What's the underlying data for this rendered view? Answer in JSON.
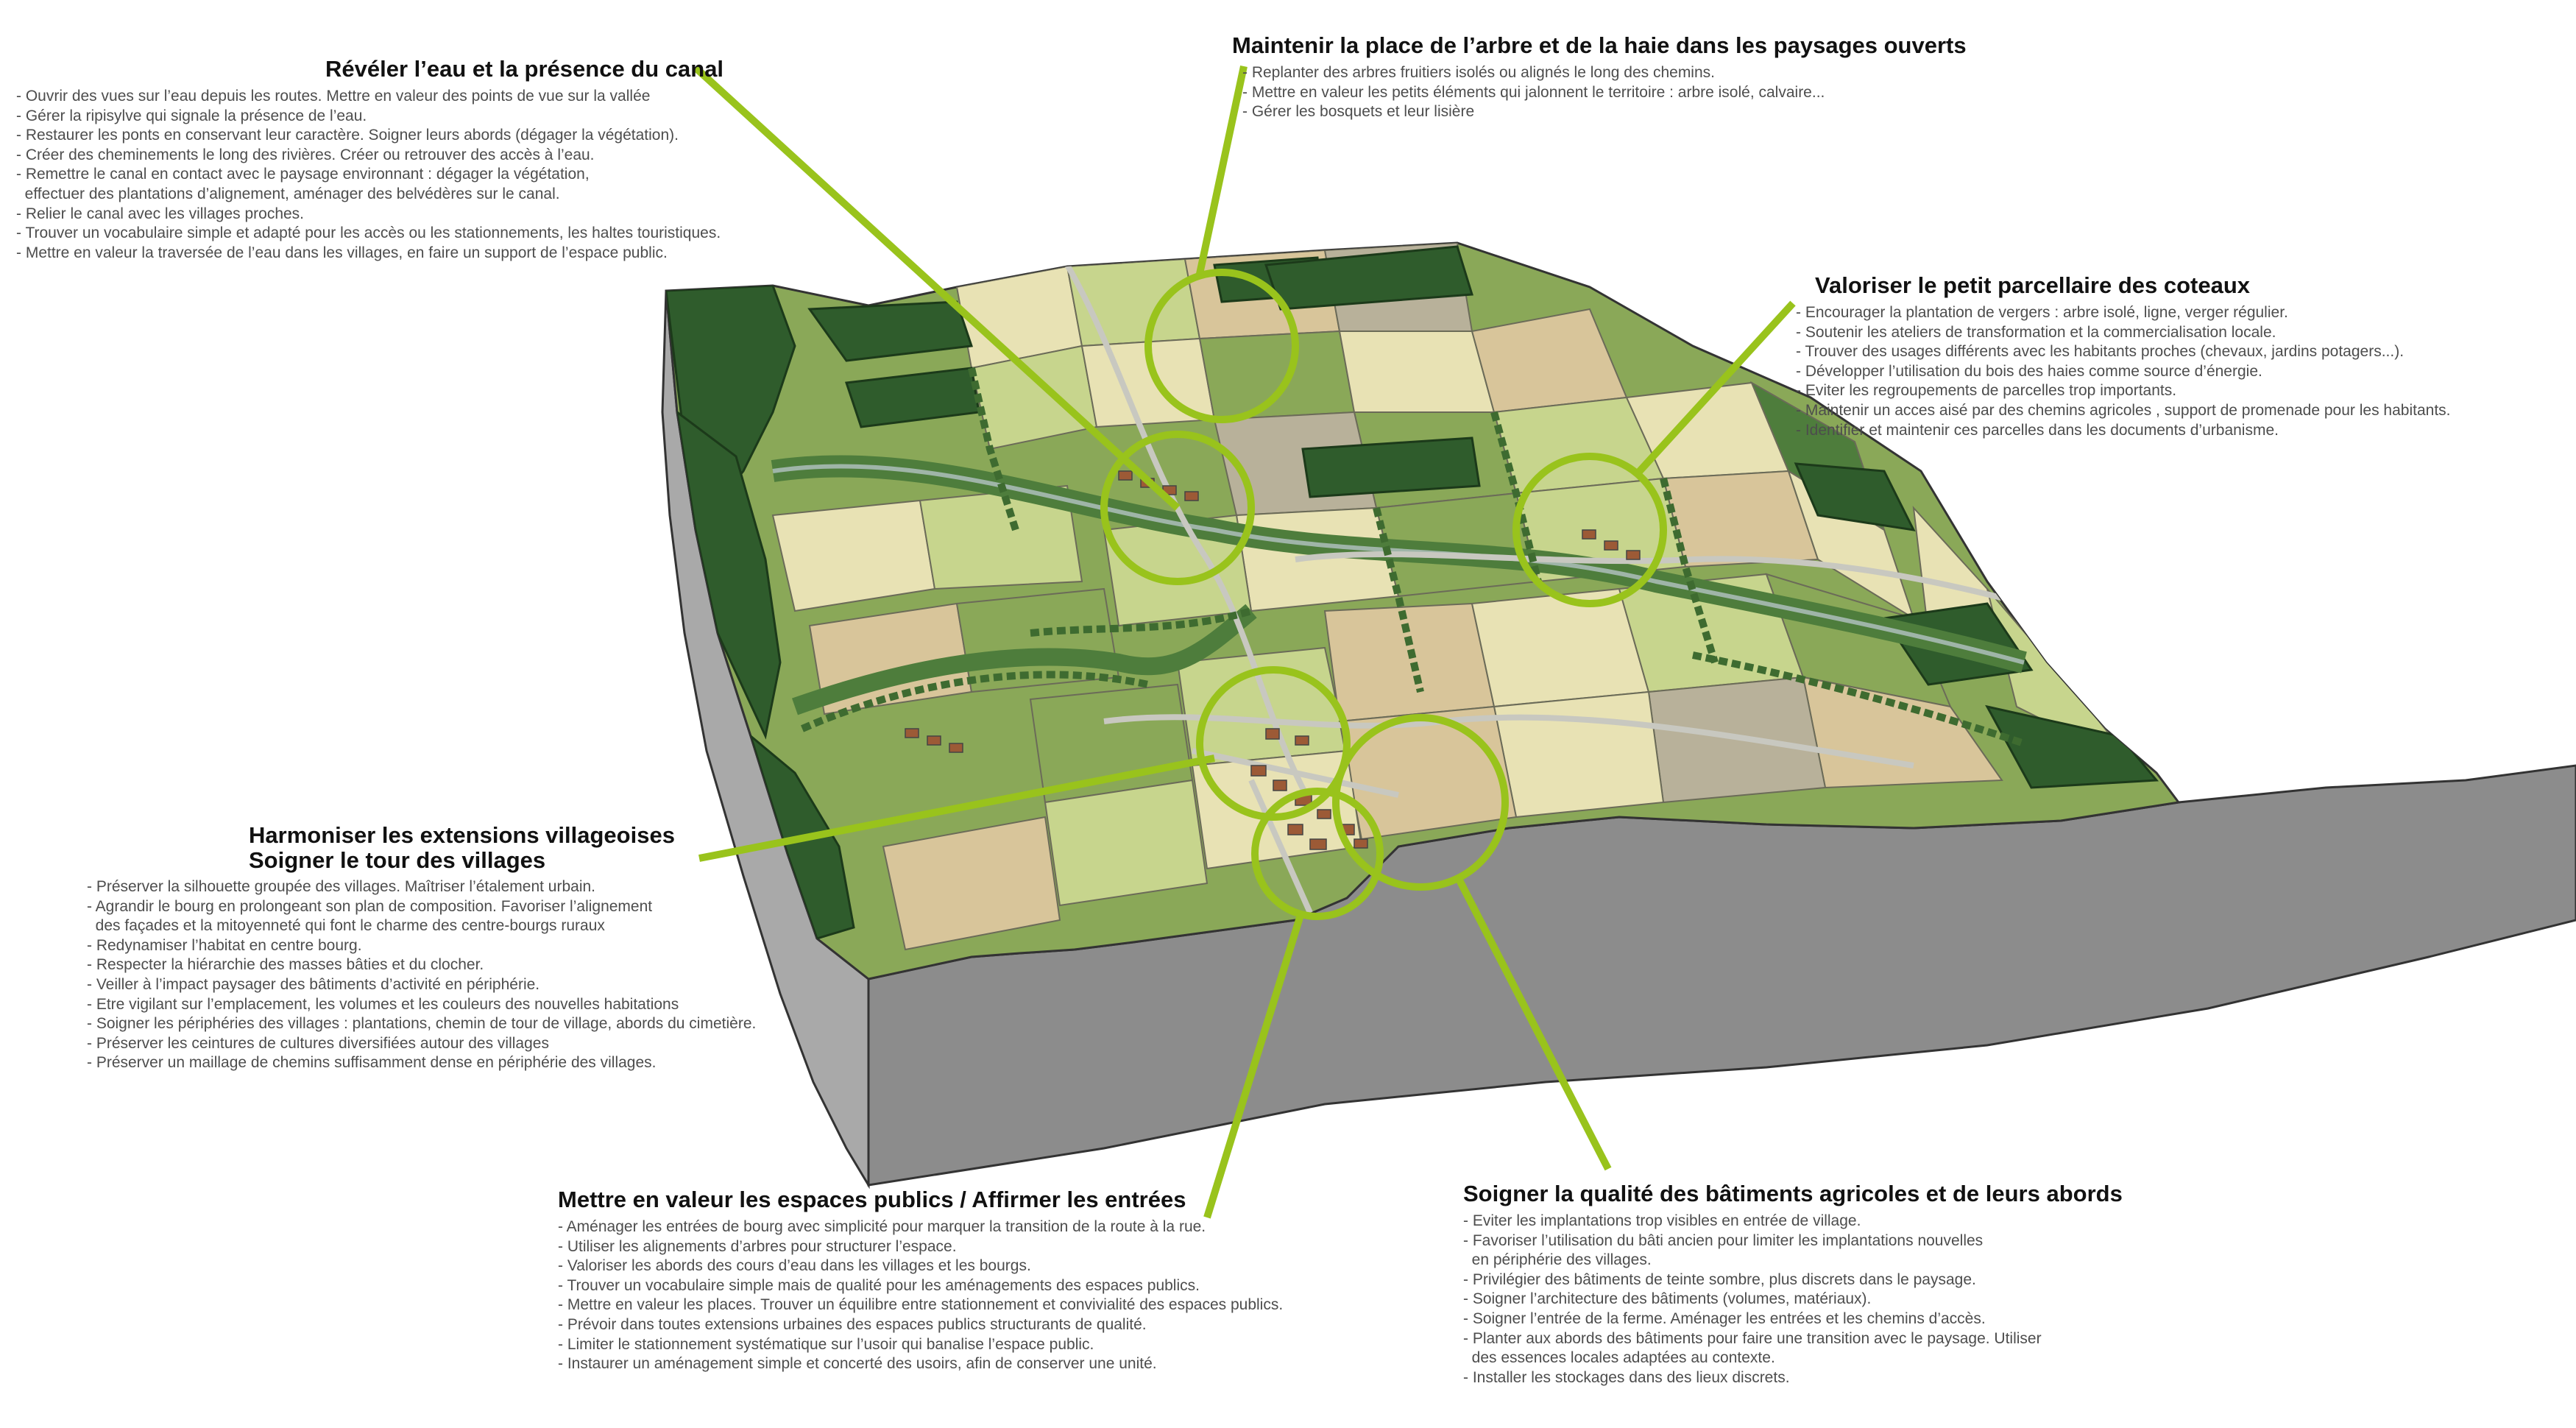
{
  "diagram": {
    "accent_color": "#99c31c",
    "terrain_colors": [
      "#2f5c2c",
      "#4e7d3c",
      "#8aa858",
      "#c7d58d",
      "#e8e2b4",
      "#d8c59a",
      "#b8b19a"
    ],
    "section_color": "#8c8c8c"
  },
  "callouts": [
    {
      "id": "eau",
      "title": [
        "Révéler l’eau et la présence du canal"
      ],
      "items": [
        "- Ouvrir des vues sur l’eau depuis les routes. Mettre en valeur des points de vue sur la vallée",
        "- Gérer la ripisylve qui signale la présence de l’eau.",
        "- Restaurer les ponts en conservant leur caractère. Soigner leurs abords (dégager la végétation).",
        "- Créer des cheminements le long des rivières. Créer ou retrouver des accès à l’eau.",
        "- Remettre le canal en contact avec le paysage environnant : dégager la végétation,",
        "  effectuer des plantations d’alignement, aménager des belvédères sur le canal.",
        "- Relier le canal avec les villages proches.",
        "- Trouver un vocabulaire simple et adapté pour les accès ou les stationnements, les haltes touristiques.",
        "- Mettre en valeur la traversée de l’eau dans les villages, en faire un support de l’espace public."
      ]
    },
    {
      "id": "arbre",
      "title": [
        "Maintenir la place de l’arbre et de la haie dans les paysages ouverts"
      ],
      "items": [
        "- Replanter des arbres fruitiers isolés ou alignés le long des chemins.",
        "- Mettre en valeur les petits éléments qui jalonnent le territoire : arbre isolé, calvaire...",
        "- Gérer les bosquets et leur lisière"
      ]
    },
    {
      "id": "coteaux",
      "title": [
        "Valoriser le petit parcellaire des coteaux"
      ],
      "items": [
        "- Encourager la plantation de vergers : arbre isolé, ligne, verger régulier.",
        "- Soutenir les ateliers de transformation et la commercialisation locale.",
        "- Trouver des usages différents avec les habitants proches (chevaux, jardins potagers...).",
        "- Développer l’utilisation du bois des haies comme source d’énergie.",
        "- Eviter les regroupements de parcelles trop importants.",
        "- Maintenir un acces aisé par des chemins agricoles , support de promenade pour les habitants.",
        "- Identifier et maintenir ces parcelles dans les documents d’urbanisme."
      ]
    },
    {
      "id": "extensions",
      "title": [
        "Harmoniser les extensions villageoises",
        "Soigner le tour des villages"
      ],
      "items": [
        "- Préserver la silhouette groupée des villages. Maîtriser l’étalement urbain.",
        "- Agrandir le bourg en prolongeant son plan de composition. Favoriser l’alignement",
        "  des façades et la mitoyenneté qui font le charme des centre-bourgs ruraux",
        "- Redynamiser l’habitat en centre bourg.",
        "- Respecter la hiérarchie des masses bâties et du clocher.",
        "- Veiller à l’impact paysager des bâtiments d’activité en périphérie.",
        "- Etre vigilant sur l’emplacement, les volumes et les couleurs des nouvelles habitations",
        "- Soigner les périphéries des villages : plantations, chemin de tour de village, abords du cimetière.",
        "- Préserver les ceintures de cultures diversifiées autour des villages",
        "- Préserver un maillage de chemins suffisamment dense en périphérie des villages."
      ]
    },
    {
      "id": "espaces",
      "title": [
        "Mettre en valeur les espaces publics / Affirmer les entrées"
      ],
      "items": [
        "- Aménager les entrées de bourg avec simplicité pour marquer la transition de la route à la rue.",
        "- Utiliser les alignements d’arbres pour structurer l’espace.",
        "- Valoriser les abords des cours d’eau dans les villages et les bourgs.",
        "- Trouver un vocabulaire simple mais de qualité pour les aménagements des espaces publics.",
        "- Mettre en valeur les places. Trouver un équilibre entre stationnement et convivialité des espaces publics.",
        "- Prévoir dans toutes extensions urbaines des espaces publics structurants de qualité.",
        "- Limiter le stationnement systématique sur l’usoir qui banalise l’espace public.",
        "- Instaurer un aménagement simple et concerté des usoirs, afin de conserver une unité."
      ]
    },
    {
      "id": "batiments",
      "title": [
        "Soigner la qualité des bâtiments agricoles et de leurs abords"
      ],
      "items": [
        "- Eviter les implantations trop visibles en entrée de village.",
        "- Favoriser l’utilisation du bâti ancien pour limiter les implantations nouvelles",
        "  en périphérie des villages.",
        "- Privilégier des bâtiments de teinte sombre, plus discrets dans le paysage.",
        "- Soigner l’architecture des bâtiments (volumes, matériaux).",
        "- Soigner l’entrée de la ferme. Aménager les entrées et les chemins d’accès.",
        "- Planter aux abords des bâtiments pour faire une transition avec le paysage. Utiliser",
        "  des essences locales adaptées au contexte.",
        "- Installer les stockages dans des lieux discrets."
      ]
    }
  ]
}
